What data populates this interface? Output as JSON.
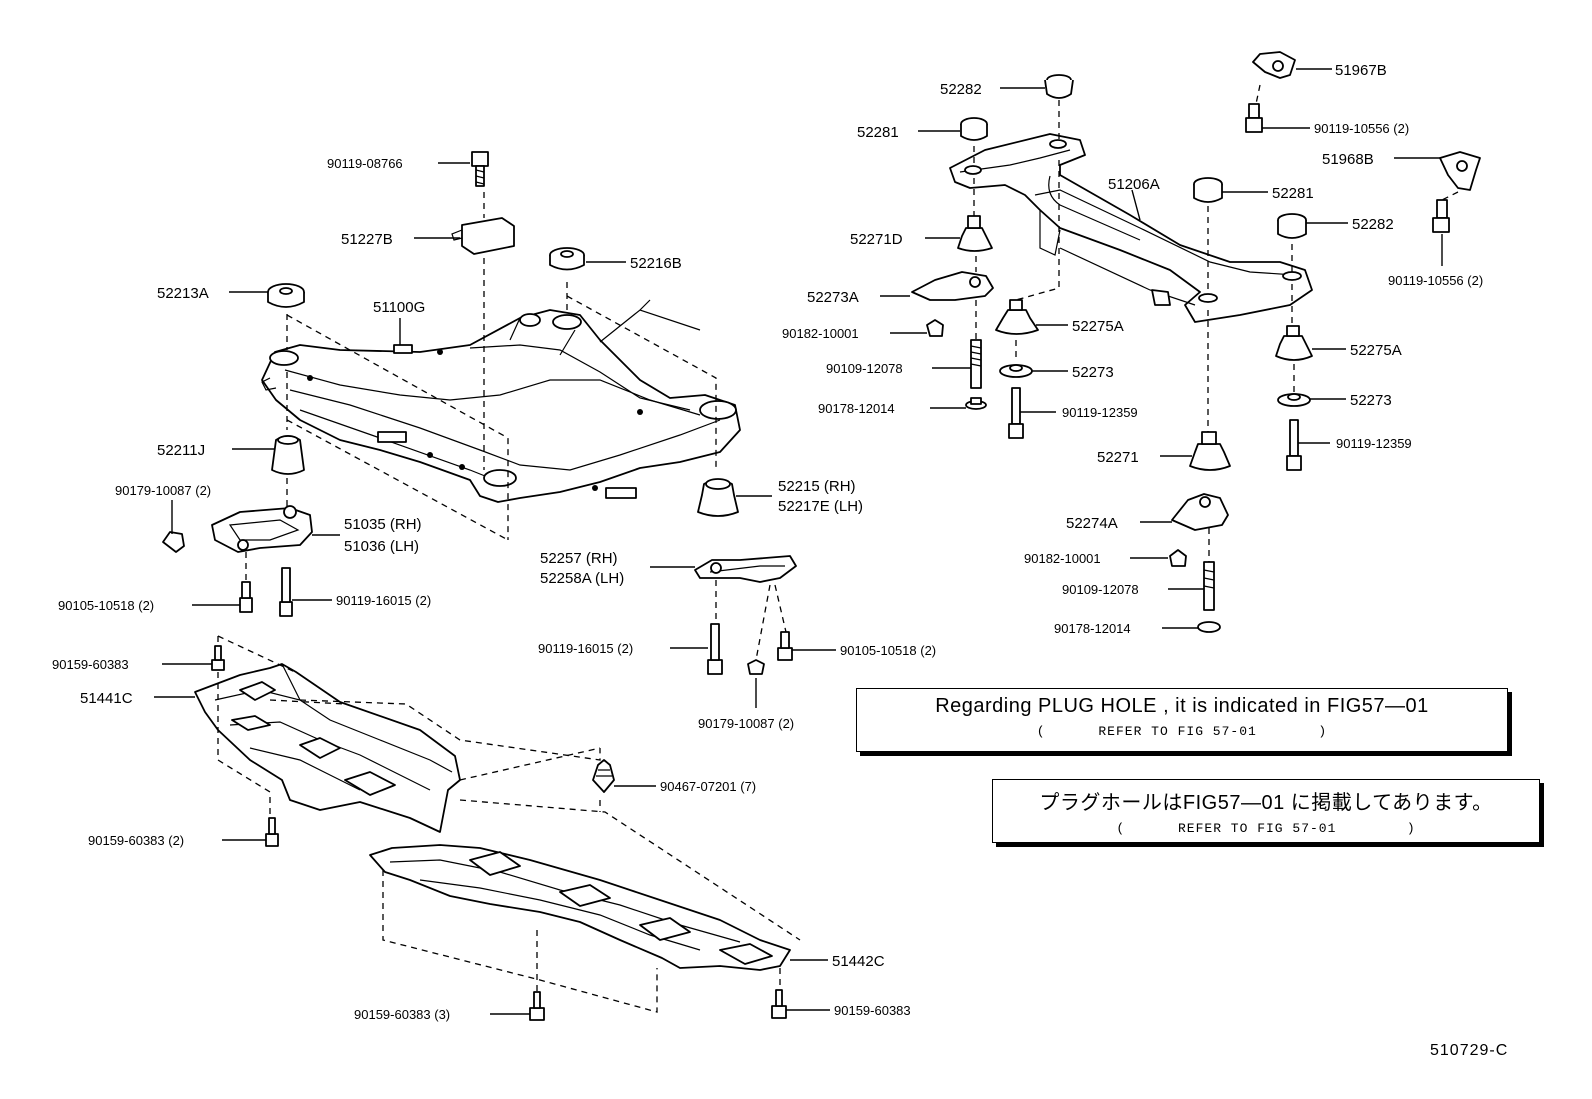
{
  "parts": {
    "p52282_top": "52282",
    "p51967B": "51967B",
    "p52281_left": "52281",
    "p90119_10556_top": "90119-10556 (2)",
    "p51968B": "51968B",
    "p51206A": "51206A",
    "p52281_right": "52281",
    "p90119_08766": "90119-08766",
    "p52282_right": "52282",
    "p52271D": "52271D",
    "p51227B": "51227B",
    "p52216B": "52216B",
    "p90119_10556_right": "90119-10556 (2)",
    "p52273A": "52273A",
    "p52213A": "52213A",
    "p51100G": "51100G",
    "p52275A_mid": "52275A",
    "p90182_10001_top": "90182-10001",
    "p52275A_right": "52275A",
    "p90109_12078_top": "90109-12078",
    "p52273_mid": "52273",
    "p52273_right": "52273",
    "p90178_12014_top": "90178-12014",
    "p90119_12359_mid": "90119-12359",
    "p90119_12359_right": "90119-12359",
    "p52211J": "52211J",
    "p52271": "52271",
    "p52215_rh": "52215  (RH)",
    "p52217E_lh": "52217E (LH)",
    "p90179_10087_left": "90179-10087 (2)",
    "p51035_rh": "51035 (RH)",
    "p51036_lh": "51036 (LH)",
    "p52274A": "52274A",
    "p52257_rh": "52257  (RH)",
    "p52258A_lh": "52258A (LH)",
    "p90182_10001_right": "90182-10001",
    "p90109_12078_right": "90109-12078",
    "p90105_10518_left": "90105-10518 (2)",
    "p90119_16015_left": "90119-16015 (2)",
    "p90178_12014_right": "90178-12014",
    "p90119_16015_mid": "90119-16015 (2)",
    "p90105_10518_right": "90105-10518 (2)",
    "p90159_60383_a": "90159-60383",
    "p51441C": "51441C",
    "p90179_10087_mid": "90179-10087 (2)",
    "p90467_07201": "90467-07201 (7)",
    "p90159_60383_b": "90159-60383 (2)",
    "p51442C": "51442C",
    "p90159_60383_c": "90159-60383 (3)",
    "p90159_60383_d": "90159-60383"
  },
  "notes": {
    "english_main": "Regarding PLUG HOLE , it is indicated in FIG57—01",
    "english_ref": "(      REFER TO FIG 57-01       )",
    "japanese_main": "プラグホールはFIG57—01 に掲載してあります。",
    "japanese_ref": "(      REFER TO FIG 57-01        )"
  },
  "figure_id": "510729-C"
}
